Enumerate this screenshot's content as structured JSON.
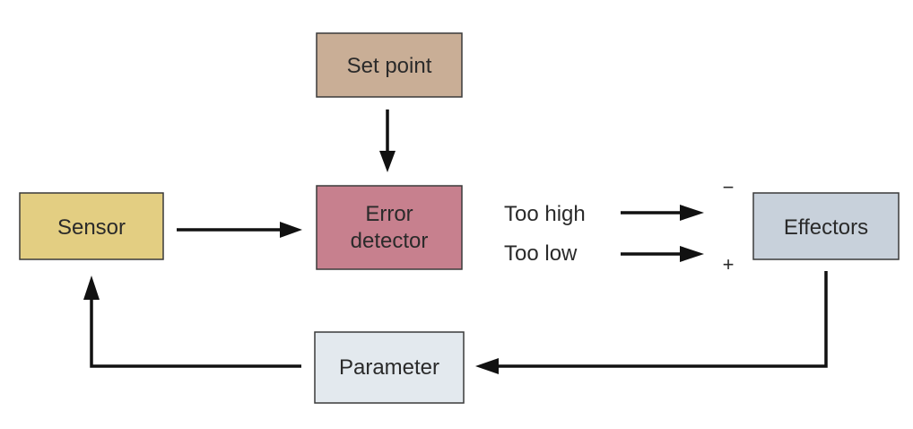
{
  "colors": {
    "set_point": "#C9AE96",
    "error_detector": "#C7808E",
    "sensor": "#E3CE82",
    "effectors": "#C8D1DB",
    "parameter": "#E3E9EE",
    "arrow": "#111111"
  },
  "nodes": {
    "set_point": "Set point",
    "error_detector_line1": "Error",
    "error_detector_line2": "detector",
    "sensor": "Sensor",
    "effectors": "Effectors",
    "parameter": "Parameter"
  },
  "signals": {
    "too_high": "Too high",
    "too_low": "Too low",
    "minus": "−",
    "plus": "+"
  }
}
